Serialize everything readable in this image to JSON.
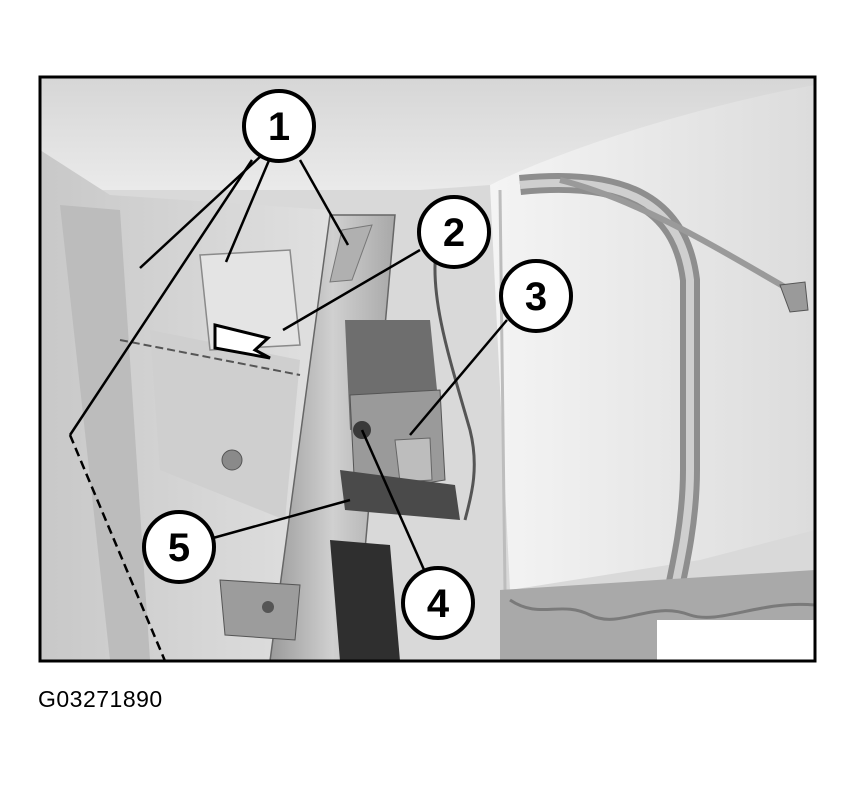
{
  "figure": {
    "code": "G03271890",
    "callouts": [
      {
        "id": "1",
        "label": "1"
      },
      {
        "id": "2",
        "label": "2"
      },
      {
        "id": "3",
        "label": "3"
      },
      {
        "id": "4",
        "label": "4"
      },
      {
        "id": "5",
        "label": "5"
      }
    ]
  }
}
